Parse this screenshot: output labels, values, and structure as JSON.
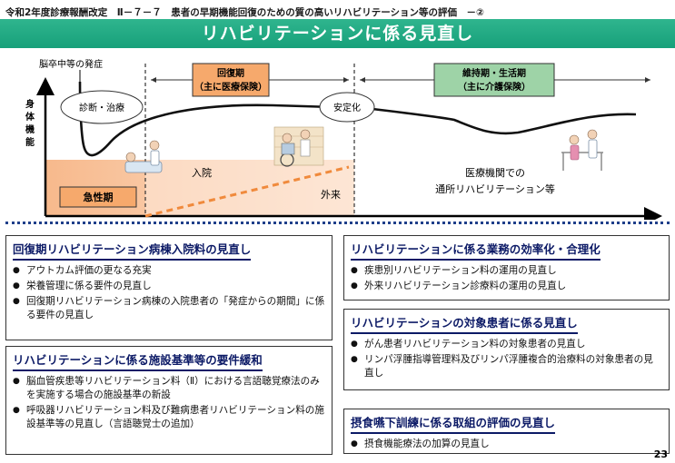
{
  "header": "令和2年度診療報酬改定　Ⅱ－７－７　患者の早期機能回復のための質の高いリハビリテーション等の評価　－②",
  "title": "リハビリテーションに係る見直し",
  "diagram": {
    "ylabel": "身体機能",
    "onset": "脳卒中等の発症",
    "bubble_left": "診断・治療",
    "bubble_mid": "安定化",
    "phase_recovery": {
      "line1": "回復期",
      "line2": "（主に医療保険）"
    },
    "phase_maintenance": {
      "line1": "維持期・生活期",
      "line2": "（主に介護保険）"
    },
    "acute": "急性期",
    "inpatient": "入院",
    "outpatient": "外来",
    "institution": {
      "line1": "医療機関での",
      "line2": "通所リハビリテーション等"
    },
    "colors": {
      "acute_fill": "#fbd3b5",
      "phase_fill": "#f6a96c",
      "maint_fill": "#9ed3a7",
      "dash": "#f08a3c"
    }
  },
  "boxes": [
    {
      "title": "回復期リハビリテーション病棟入院料の見直し",
      "items": [
        "アウトカム評価の更なる充実",
        "栄養管理に係る要件の見直し",
        "回復期リハビリテーション病棟の入院患者の「発症からの期間」に係る要件の見直し"
      ]
    },
    {
      "title": "リハビリテーションに係る施設基準等の要件緩和",
      "items": [
        "脳血管疾患等リハビリテーション料（Ⅱ）における言語聴覚療法のみを実施する場合の施設基準の新設",
        "呼吸器リハビリテーション料及び難病患者リハビリテーション料の施設基準等の見直し（言語聴覚士の追加）"
      ]
    },
    {
      "title": "リハビリテーションに係る業務の効率化・合理化",
      "items": [
        "疾患別リハビリテーション料の運用の見直し",
        "外来リハビリテーション診療料の運用の見直し"
      ]
    },
    {
      "title": "リハビリテーションの対象患者に係る見直し",
      "items": [
        "がん患者リハビリテーション料の対象患者の見直し",
        "リンパ浮腫指導管理料及びリンパ浮腫複合的治療料の対象患者の見直し"
      ]
    },
    {
      "title": "摂食嚥下訓練に係る取組の評価の見直し",
      "items": [
        "摂食機能療法の加算の見直し"
      ]
    }
  ],
  "page_number": "23"
}
